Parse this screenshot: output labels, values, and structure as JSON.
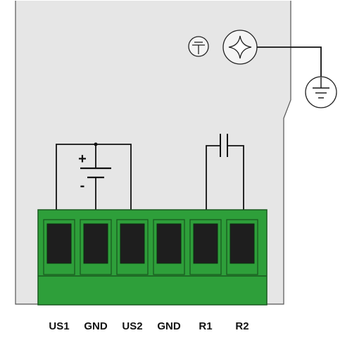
{
  "colors": {
    "panel_fill": "#e6e6e6",
    "panel_stroke": "#555555",
    "terminal_block": "#2e9f3a",
    "terminal_slot": "#1e1e1e",
    "wire": "#111111",
    "text": "#111111"
  },
  "icons": {
    "functional_ground": "functional-earth-icon",
    "mounting_screw": "screw-icon",
    "earth_ground": "earth-ground-icon",
    "battery": "dc-source-icon",
    "capacitor": "capacitor-icon"
  },
  "battery": {
    "plus": "+",
    "minus": "-"
  },
  "terminals": [
    {
      "label": "US1"
    },
    {
      "label": "GND"
    },
    {
      "label": "US2"
    },
    {
      "label": "GND"
    },
    {
      "label": "R1"
    },
    {
      "label": "R2"
    }
  ]
}
